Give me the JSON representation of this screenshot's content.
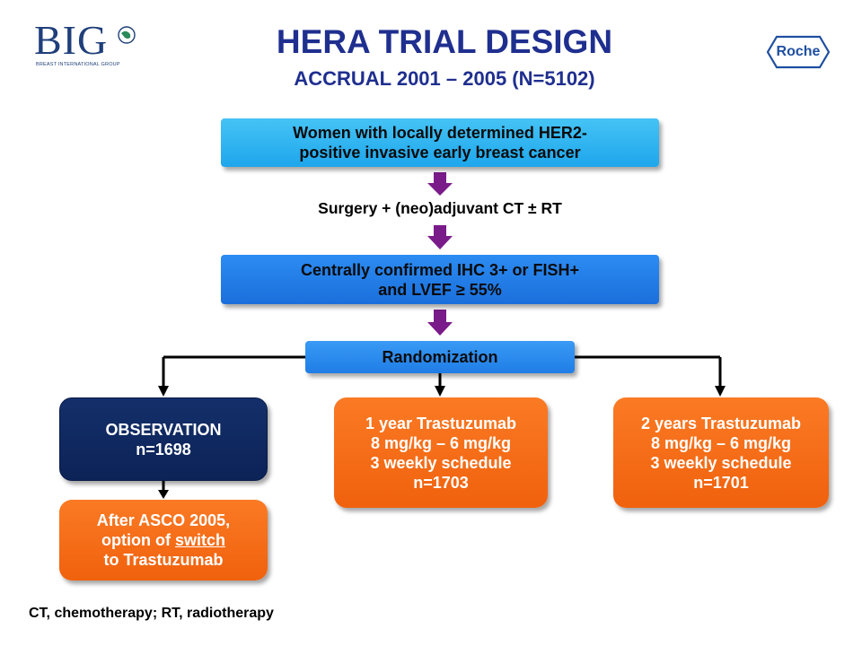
{
  "header": {
    "logo_left": {
      "mark": "BIG",
      "subtitle": "BREAST INTERNATIONAL GROUP"
    },
    "title": "HERA TRIAL DESIGN",
    "subtitle": "ACCRUAL 2001 – 2005  (N=5102)",
    "logo_right": "Roche"
  },
  "flow": {
    "population": {
      "line1": "Women with locally determined HER2-",
      "line2": "positive invasive early breast cancer"
    },
    "treatment": "Surgery + (neo)adjuvant CT ± RT",
    "eligibility": {
      "line1": "Centrally confirmed IHC 3+ or FISH+",
      "line2": "and LVEF ≥ 55%"
    },
    "randomization": "Randomization",
    "arms": [
      {
        "line1": "OBSERVATION",
        "line2": "n=1698"
      },
      {
        "line1": "1 year Trastuzumab",
        "line2": "8 mg/kg – 6 mg/kg",
        "line3": "3 weekly schedule",
        "line4": "n=1703"
      },
      {
        "line1": "2 years Trastuzumab",
        "line2": "8 mg/kg – 6 mg/kg",
        "line3": "3 weekly schedule",
        "line4": "n=1701"
      }
    ],
    "switch_note": {
      "line1": "After ASCO 2005,",
      "line2_prefix": "option of ",
      "line2_emph": "switch",
      "line3": "to Trastuzumab"
    }
  },
  "footnote": "CT, chemotherapy; RT, radiotherapy",
  "colors": {
    "title": "#1f2f8f",
    "light_blue": "#1ea6ec",
    "blue": "#1b6fdc",
    "navy": "#0c2357",
    "orange": "#f0610d",
    "arrow_purple": "#7a1b8a"
  }
}
